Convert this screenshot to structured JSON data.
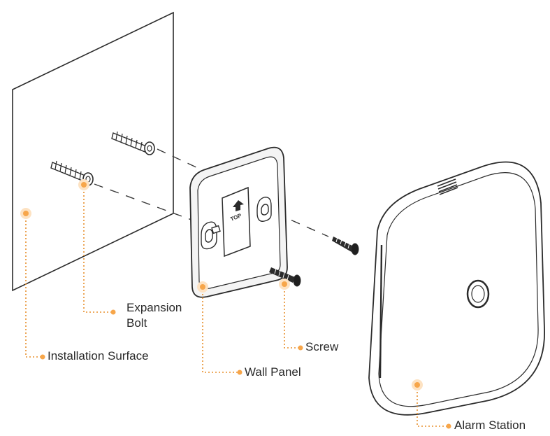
{
  "panel_marking": "TOP",
  "labels": {
    "expansion_bolt_line1": "Expansion",
    "expansion_bolt_line2": "Bolt",
    "installation_surface": "Installation Surface",
    "screw": "Screw",
    "wall_panel": "Wall Panel",
    "alarm_station": "Alarm Station"
  },
  "colors": {
    "accent_orange": "#f7a64a",
    "line_dark": "#2b2b2b"
  }
}
